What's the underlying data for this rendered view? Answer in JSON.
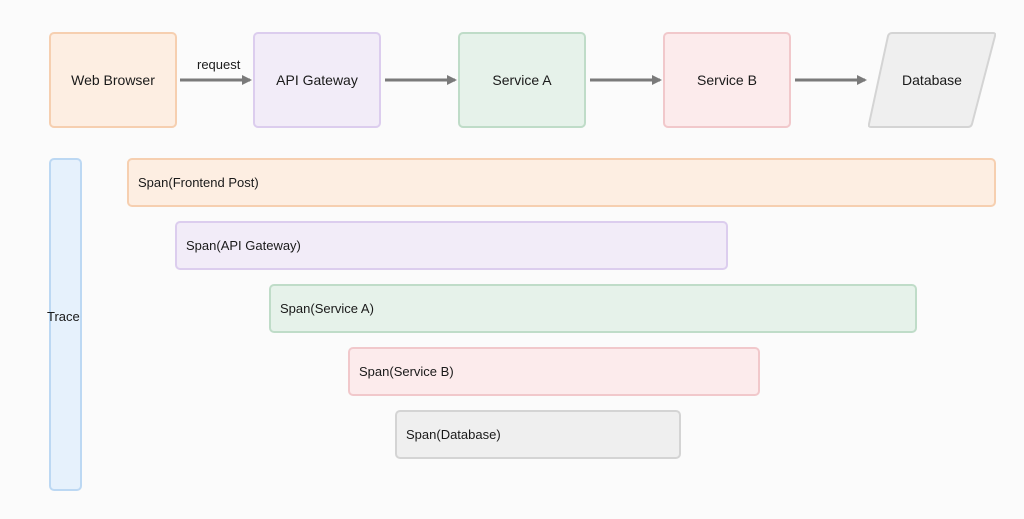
{
  "nodes": {
    "web_browser": "Web Browser",
    "api_gateway": "API Gateway",
    "service_a": "Service A",
    "service_b": "Service B",
    "database": "Database"
  },
  "edge_label": "request",
  "trace_label": "Trace",
  "spans": {
    "frontend": "Span(Frontend Post)",
    "api_gateway": "Span(API Gateway)",
    "service_a": "Span(Service A)",
    "service_b": "Span(Service B)",
    "database": "Span(Database)"
  },
  "colors": {
    "web_browser": "#fdeee2",
    "api_gateway": "#f2ecf8",
    "service_a": "#e6f2ea",
    "service_b": "#fcebec",
    "database": "#efefef",
    "trace": "#e6f1fc",
    "arrow": "#7a7a7a"
  }
}
